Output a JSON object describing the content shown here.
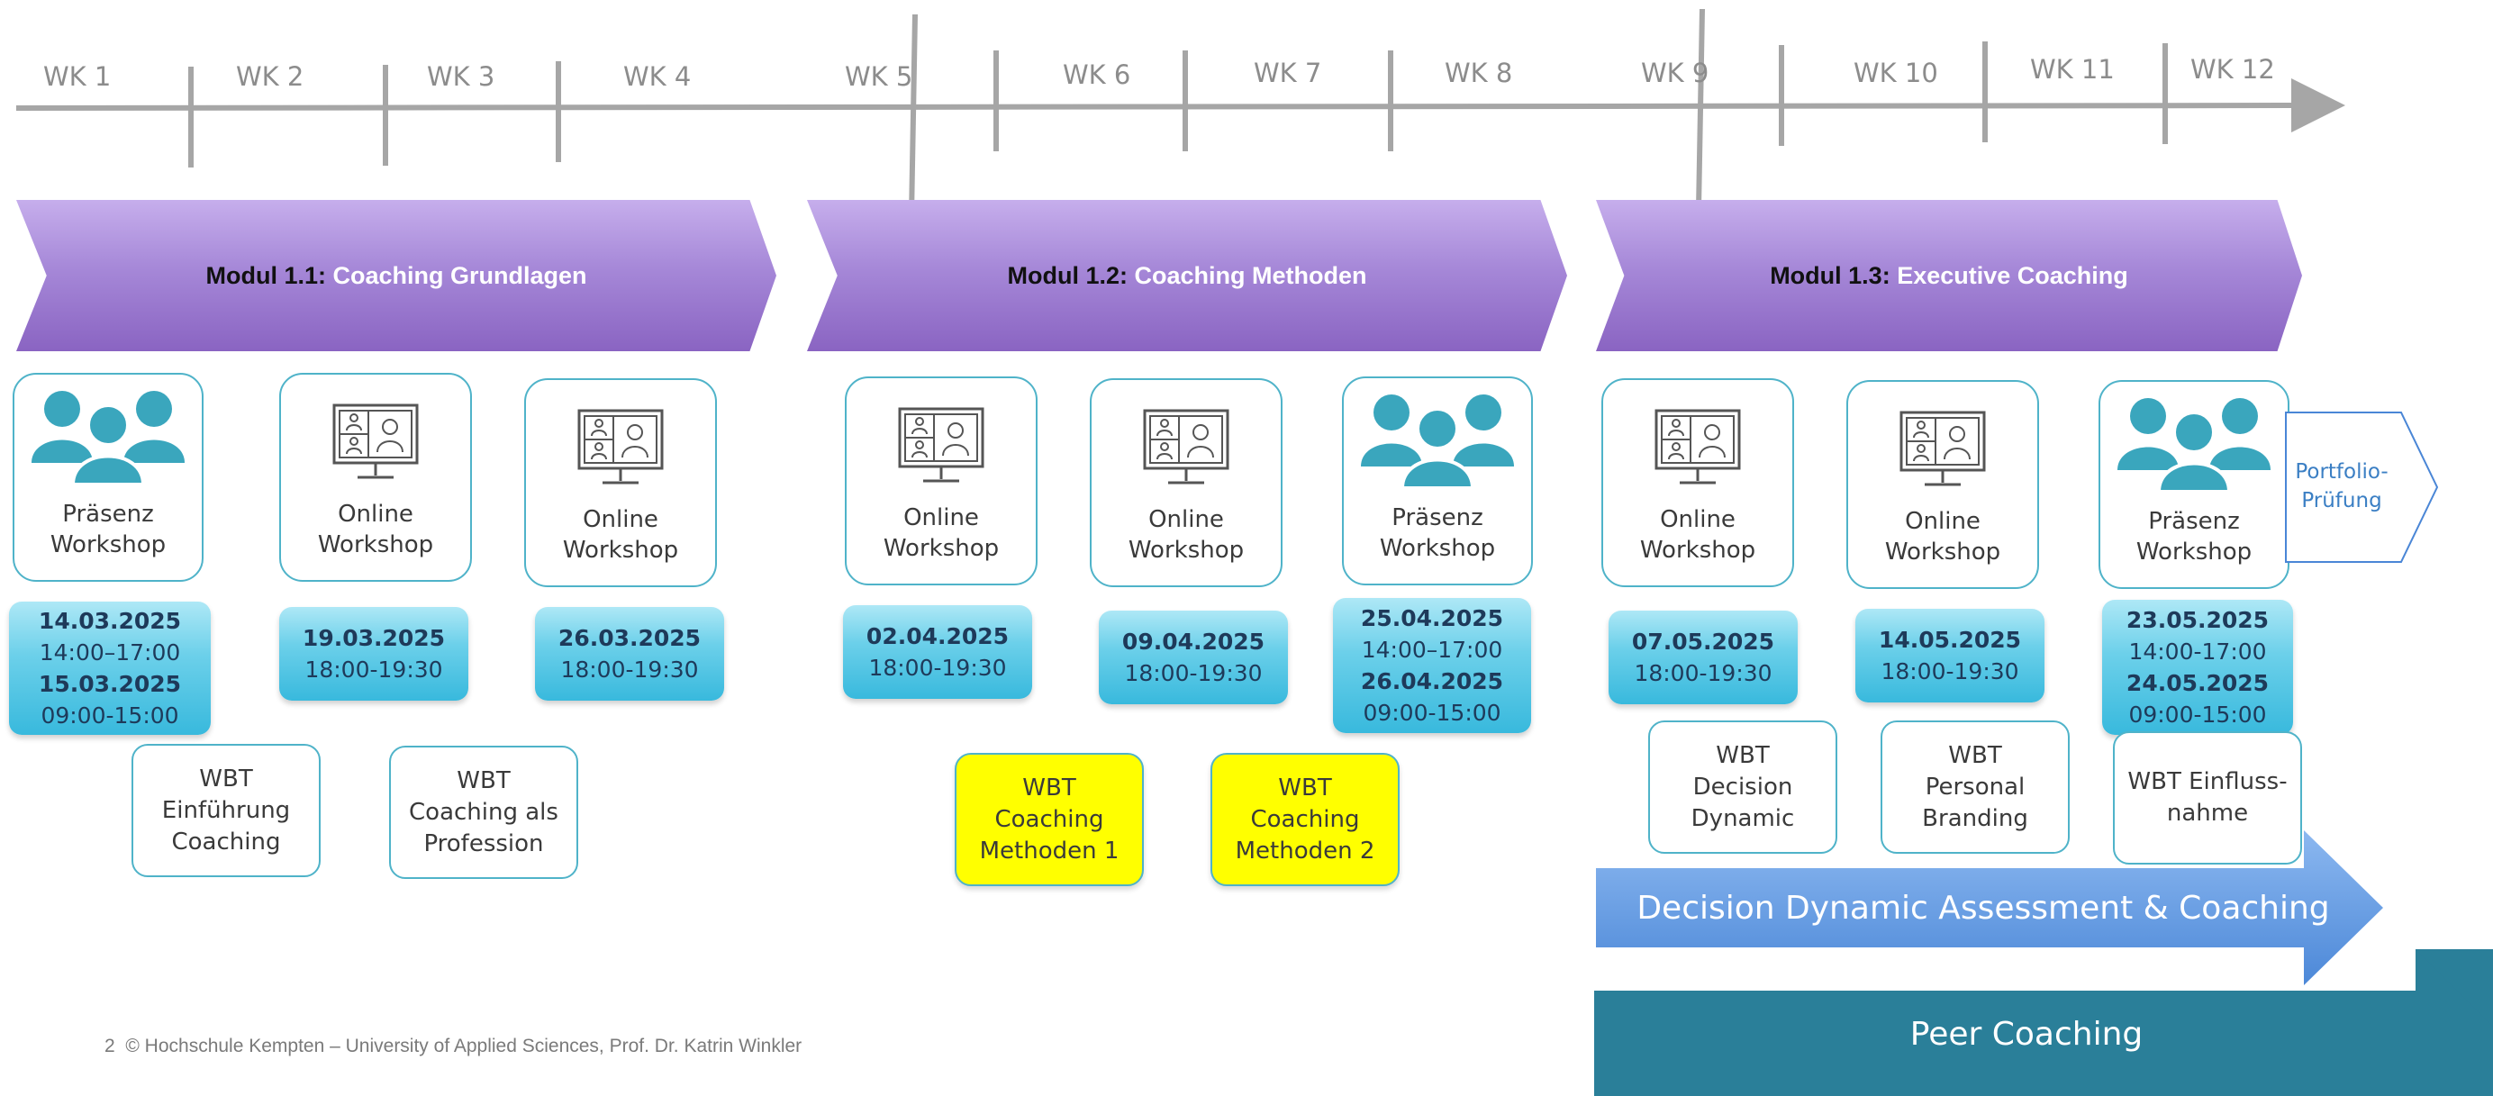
{
  "weeks": [
    "WK 1",
    "WK 2",
    "WK 3",
    "WK 4",
    "WK 5",
    "WK 6",
    "WK 7",
    "WK 8",
    "WK 9",
    "WK 10",
    "WK 11",
    "WK 12"
  ],
  "modules": [
    {
      "key": "Modul 1.1:",
      "name": "Coaching Grundlagen"
    },
    {
      "key": "Modul 1.2:",
      "name": "Coaching Methoden"
    },
    {
      "key": "Modul 1.3:",
      "name": "Executive Coaching"
    }
  ],
  "sessions": [
    {
      "type": "Präsenz Workshop",
      "icon": "group-icon",
      "date1": "14.03.2025",
      "time1": "14:00–17:00",
      "date2": "15.03.2025",
      "time2": "09:00-15:00"
    },
    {
      "type": "Online Workshop",
      "icon": "video-call-icon",
      "date1": "19.03.2025",
      "time1": "18:00-19:30"
    },
    {
      "type": "Online Workshop",
      "icon": "video-call-icon",
      "date1": "26.03.2025",
      "time1": "18:00-19:30"
    },
    {
      "type": "Online Workshop",
      "icon": "video-call-icon",
      "date1": "02.04.2025",
      "time1": "18:00-19:30"
    },
    {
      "type": "Online Workshop",
      "icon": "video-call-icon",
      "date1": "09.04.2025",
      "time1": "18:00-19:30"
    },
    {
      "type": "Präsenz Workshop",
      "icon": "group-icon",
      "date1": "25.04.2025",
      "time1": "14:00–17:00",
      "date2": "26.04.2025",
      "time2": "09:00-15:00"
    },
    {
      "type": "Online Workshop",
      "icon": "video-call-icon",
      "date1": "07.05.2025",
      "time1": "18:00-19:30"
    },
    {
      "type": "Online Workshop",
      "icon": "video-call-icon",
      "date1": "14.05.2025",
      "time1": "18:00-19:30"
    },
    {
      "type": "Präsenz Workshop",
      "icon": "group-icon",
      "date1": "23.05.2025",
      "time1": "14:00-17:00",
      "date2": "24.05.2025",
      "time2": "09:00-15:00"
    }
  ],
  "wbt": [
    {
      "text": "WBT Einführung Coaching"
    },
    {
      "text": "WBT Coaching als Profession"
    },
    {
      "text": "WBT Coaching Methoden 1"
    },
    {
      "text": "WBT Coaching Methoden 2"
    },
    {
      "text": "WBT Decision Dynamic"
    },
    {
      "text": "WBT Personal Branding"
    },
    {
      "text": "WBT Einfluss-nahme"
    }
  ],
  "portfolio": "Portfolio-Prüfung",
  "arrows": {
    "decision": "Decision Dynamic Assessment & Coaching",
    "peer": "Peer Coaching"
  },
  "footer": {
    "page": "2",
    "text": "© Hochschule Kempten – University of Applied Sciences, Prof. Dr. Katrin Winkler"
  },
  "colors": {
    "module_gradient": [
      "#c6aeec",
      "#8a64c2"
    ],
    "card_border": "#4fb3c9",
    "date_box": "#38b9dd",
    "icon_teal": "#3aa6bd",
    "wbt_highlight": "#ffff00",
    "decision_arrow": "#5b97e0",
    "peer_arrow": "#2a7f99"
  }
}
